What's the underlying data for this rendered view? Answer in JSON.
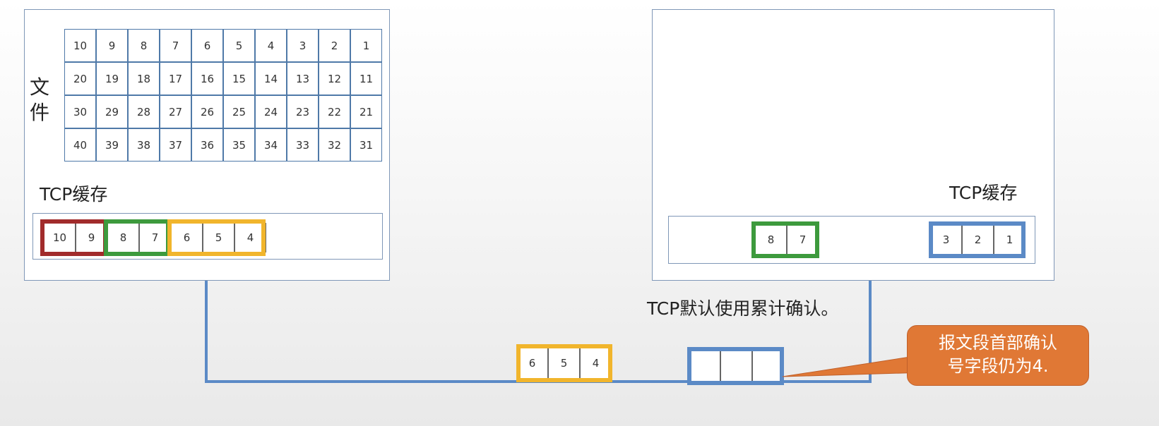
{
  "colors": {
    "grid_border": "#4f79a8",
    "panel_border": "#7f97b7",
    "link_line": "#5b8ac6",
    "red": "#a12b2b",
    "green": "#3d9a3d",
    "yellow": "#f1b52c",
    "blue": "#5b8ac6",
    "callout_fill": "#e07835",
    "callout_border": "#c0602a"
  },
  "sender": {
    "file_label": "文件",
    "file_grid": [
      [
        "10",
        "9",
        "8",
        "7",
        "6",
        "5",
        "4",
        "3",
        "2",
        "1"
      ],
      [
        "20",
        "19",
        "18",
        "17",
        "16",
        "15",
        "14",
        "13",
        "12",
        "11"
      ],
      [
        "30",
        "29",
        "28",
        "27",
        "26",
        "25",
        "24",
        "23",
        "22",
        "21"
      ],
      [
        "40",
        "39",
        "38",
        "37",
        "36",
        "35",
        "34",
        "33",
        "32",
        "31"
      ]
    ],
    "buffer_label": "TCP缓存",
    "buffer_red": [
      "10",
      "9"
    ],
    "buffer_green": [
      "8",
      "7"
    ],
    "buffer_yellow": [
      "6",
      "5",
      "4"
    ]
  },
  "receiver": {
    "buffer_label": "TCP缓存",
    "green_segment": [
      "8",
      "7"
    ],
    "blue_segment": [
      "3",
      "2",
      "1"
    ]
  },
  "link": {
    "in_flight_segment": [
      "6",
      "5",
      "4"
    ],
    "ack_segment": [
      "",
      "",
      ""
    ]
  },
  "note": "TCP默认使用累计确认。",
  "callout": {
    "line1": "报文段首部确认",
    "line2": "号字段仍为4."
  }
}
